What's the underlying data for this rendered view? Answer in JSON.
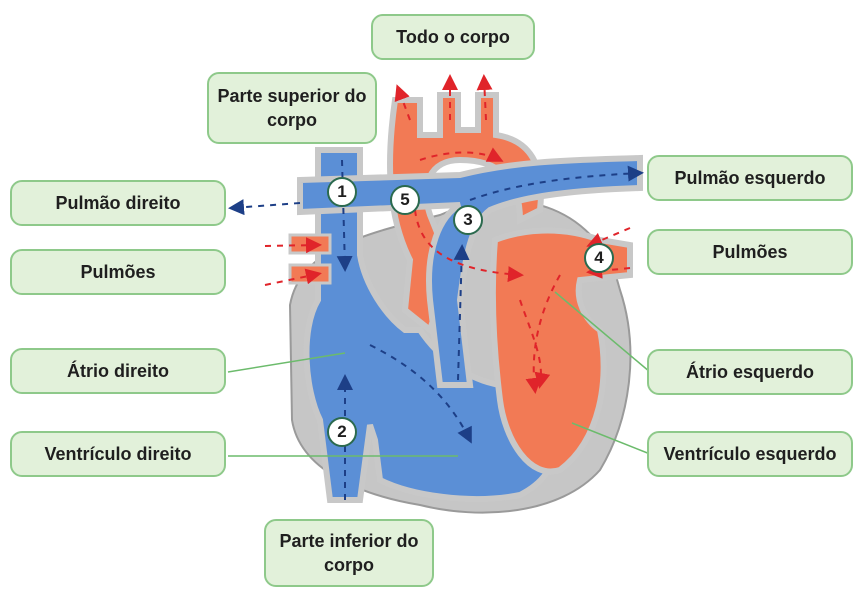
{
  "labels": {
    "todo_corpo": "Todo o corpo",
    "parte_superior": "Parte superior do corpo",
    "pulmao_direito": "Pulmão direito",
    "pulmao_esquerdo": "Pulmão esquerdo",
    "pulmoes_left": "Pulmões",
    "pulmoes_right": "Pulmões",
    "atrio_direito": "Átrio direito",
    "atrio_esquerdo": "Átrio esquerdo",
    "ventriculo_direito": "Ventrículo direito",
    "ventriculo_esquerdo": "Ventrículo esquerdo",
    "parte_inferior": "Parte inferior do corpo"
  },
  "markers": [
    "1",
    "2",
    "3",
    "4",
    "5"
  ],
  "colors": {
    "deoxygenated": "#5b8fd6",
    "oxygenated": "#f27a55",
    "label_fill": "#e2f1da",
    "label_border": "#8ec98a",
    "flow_blue_arrow": "#1d3f87",
    "flow_red_arrow": "#e0242a"
  }
}
